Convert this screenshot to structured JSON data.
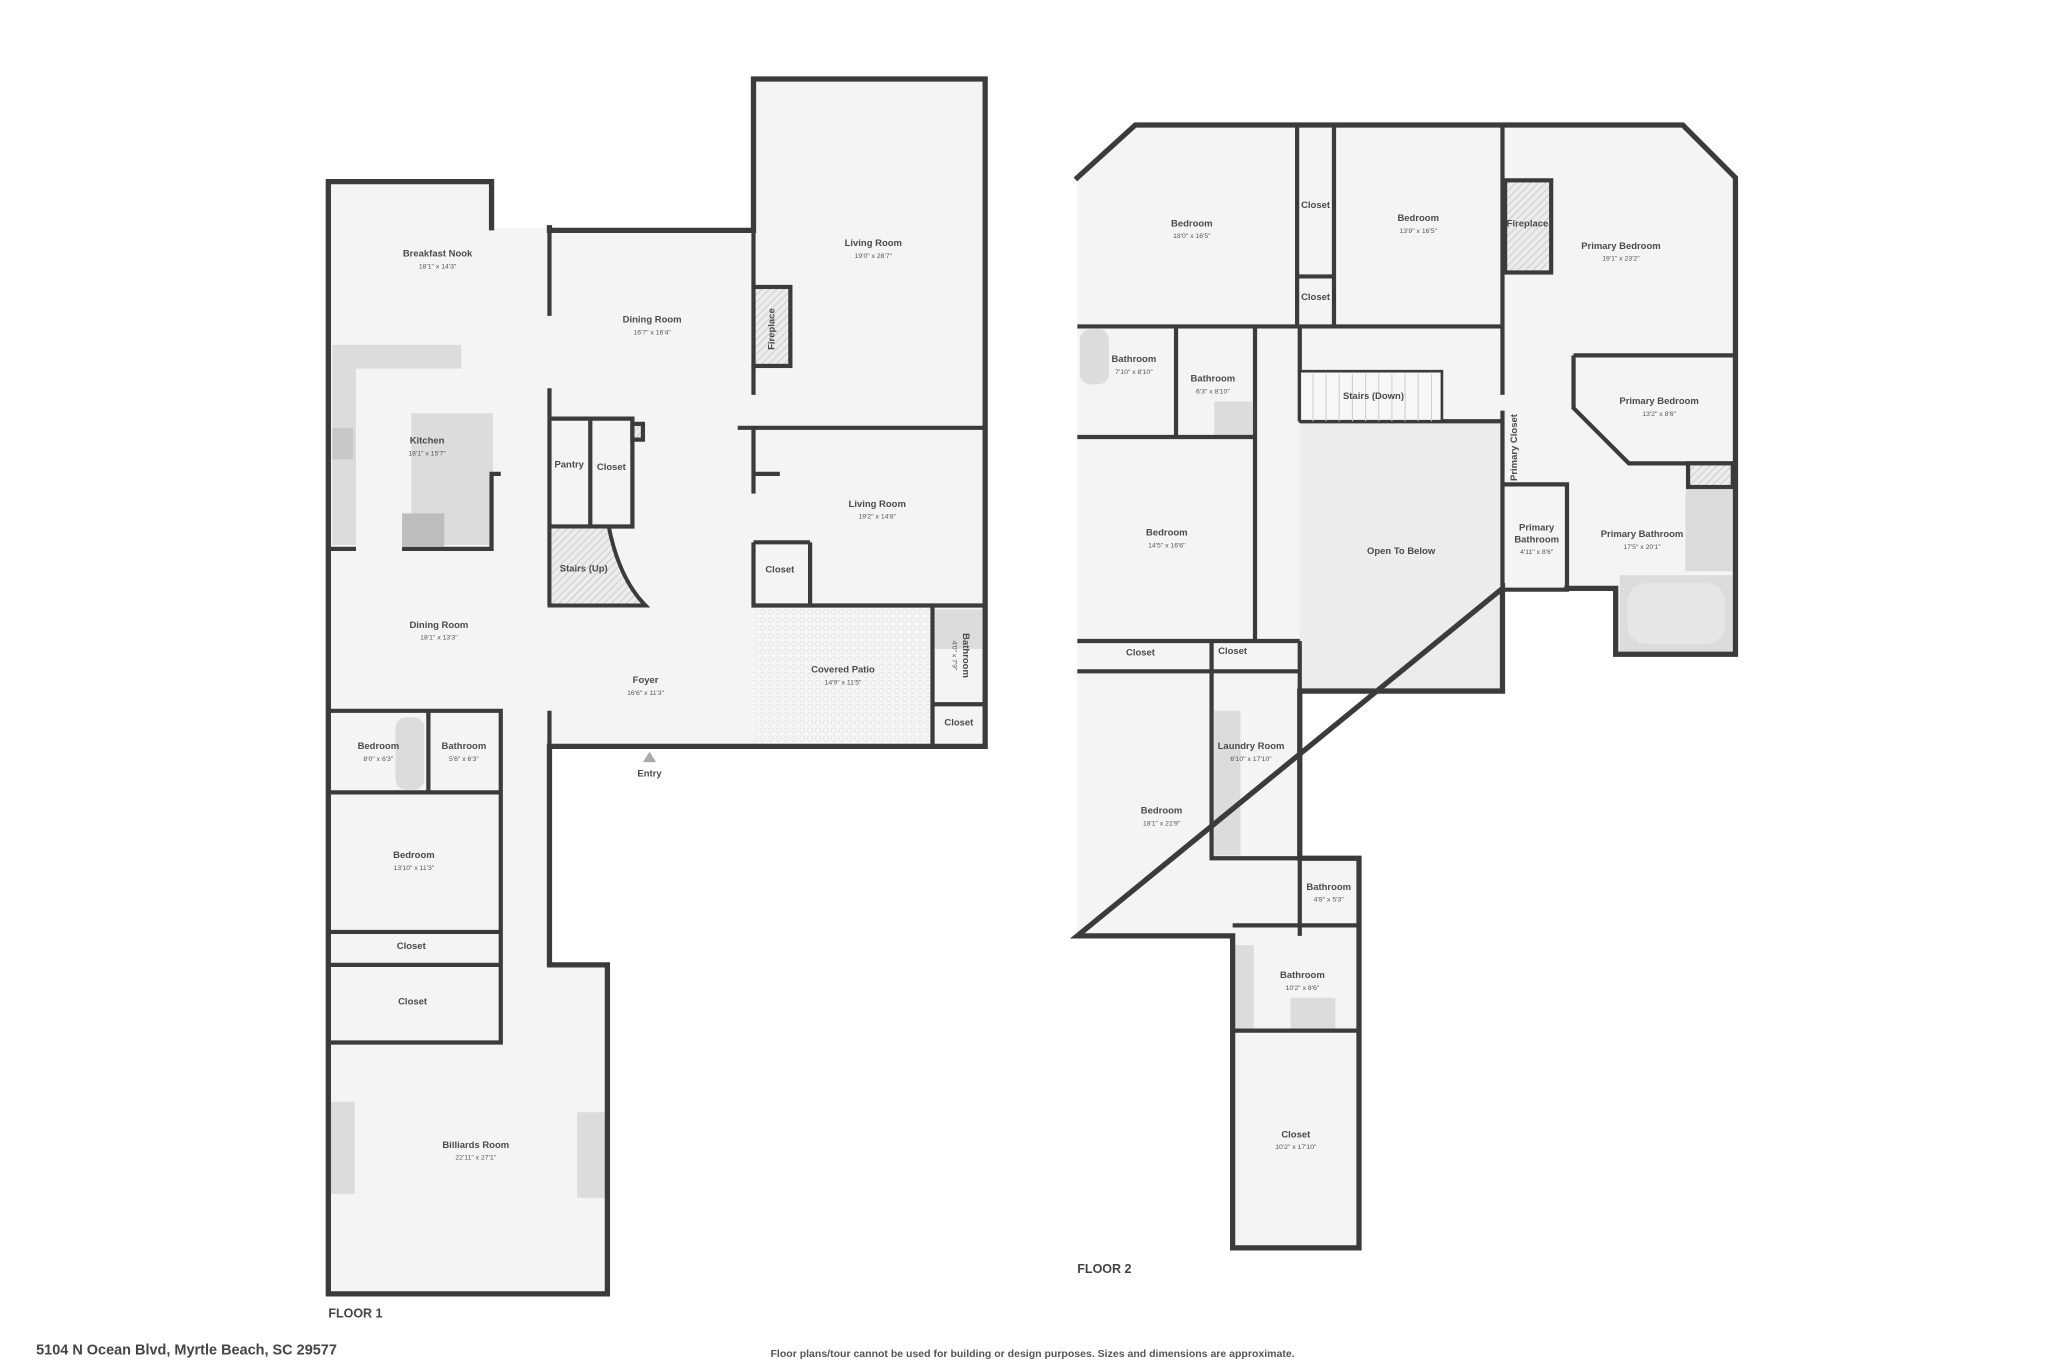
{
  "floor1": {
    "label": "FLOOR 1",
    "entry": "Entry",
    "rooms": [
      {
        "name": "Breakfast Nook",
        "dims": "18'1\" x 14'3\""
      },
      {
        "name": "Dining Room",
        "dims": "16'7\" x 16'4\""
      },
      {
        "name": "Living Room",
        "dims": "19'0\" x 28'7\""
      },
      {
        "name": "Fireplace"
      },
      {
        "name": "Kitchen",
        "dims": "18'1\" x 15'7\""
      },
      {
        "name": "Pantry"
      },
      {
        "name": "Closet"
      },
      {
        "name": "Living Room",
        "dims": "19'2\" x 14'8\""
      },
      {
        "name": "Stairs (Up)"
      },
      {
        "name": "Closet"
      },
      {
        "name": "Dining Room",
        "dims": "18'1\" x 13'3\""
      },
      {
        "name": "Foyer",
        "dims": "16'6\" x 11'3\""
      },
      {
        "name": "Covered Patio",
        "dims": "14'9\" x 11'5\""
      },
      {
        "name": "Bathroom",
        "dims": "4'0\" x 7'9\""
      },
      {
        "name": "Closet"
      },
      {
        "name": "Bedroom",
        "dims": "8'0\" x 6'3\""
      },
      {
        "name": "Bathroom",
        "dims": "5'6\" x 6'3\""
      },
      {
        "name": "Bedroom",
        "dims": "13'10\" x 11'3\""
      },
      {
        "name": "Closet"
      },
      {
        "name": "Closet"
      },
      {
        "name": "Billiards Room",
        "dims": "22'11\" x 27'1\""
      }
    ]
  },
  "floor2": {
    "label": "FLOOR 2",
    "rooms": [
      {
        "name": "Bedroom",
        "dims": "18'0\" x 16'5\""
      },
      {
        "name": "Closet"
      },
      {
        "name": "Bedroom",
        "dims": "13'9\" x 16'5\""
      },
      {
        "name": "Closet"
      },
      {
        "name": "Fireplace"
      },
      {
        "name": "Primary Bedroom",
        "dims": "19'1\" x 23'2\""
      },
      {
        "name": "Bathroom",
        "dims": "7'10\" x 8'10\""
      },
      {
        "name": "Bathroom",
        "dims": "6'3\" x 8'10\""
      },
      {
        "name": "Stairs (Down)"
      },
      {
        "name": "Primary Bedroom",
        "dims": "13'2\" x 8'6\""
      },
      {
        "name": "Primary Closet"
      },
      {
        "name": "Bedroom",
        "dims": "14'5\" x 16'6\""
      },
      {
        "name": "Open To Below"
      },
      {
        "name_line1": "Primary",
        "name_line2": "Bathroom",
        "dims": "4'11\" x 8'6\""
      },
      {
        "name": "Primary Bathroom",
        "dims": "17'5\" x 20'1\""
      },
      {
        "name": "Closet"
      },
      {
        "name": "Closet"
      },
      {
        "name": "Laundry Room",
        "dims": "6'10\" x 17'10\""
      },
      {
        "name": "Bedroom",
        "dims": "18'1\" x 21'9\""
      },
      {
        "name": "Bathroom",
        "dims": "4'8\" x 5'3\""
      },
      {
        "name": "Bathroom",
        "dims": "10'2\" x 8'6\""
      },
      {
        "name": "Closet",
        "dims": "10'2\" x 17'10\""
      }
    ]
  },
  "footer": {
    "address": "5104 N Ocean Blvd, Myrtle Beach, SC 29577",
    "disclaimer": "Floor plans/tour cannot be used for building or design purposes. Sizes and dimensions are approximate."
  },
  "colors": {
    "wall": "#3b3b3b",
    "floor": "#f4f4f4",
    "background": "#ffffff"
  }
}
